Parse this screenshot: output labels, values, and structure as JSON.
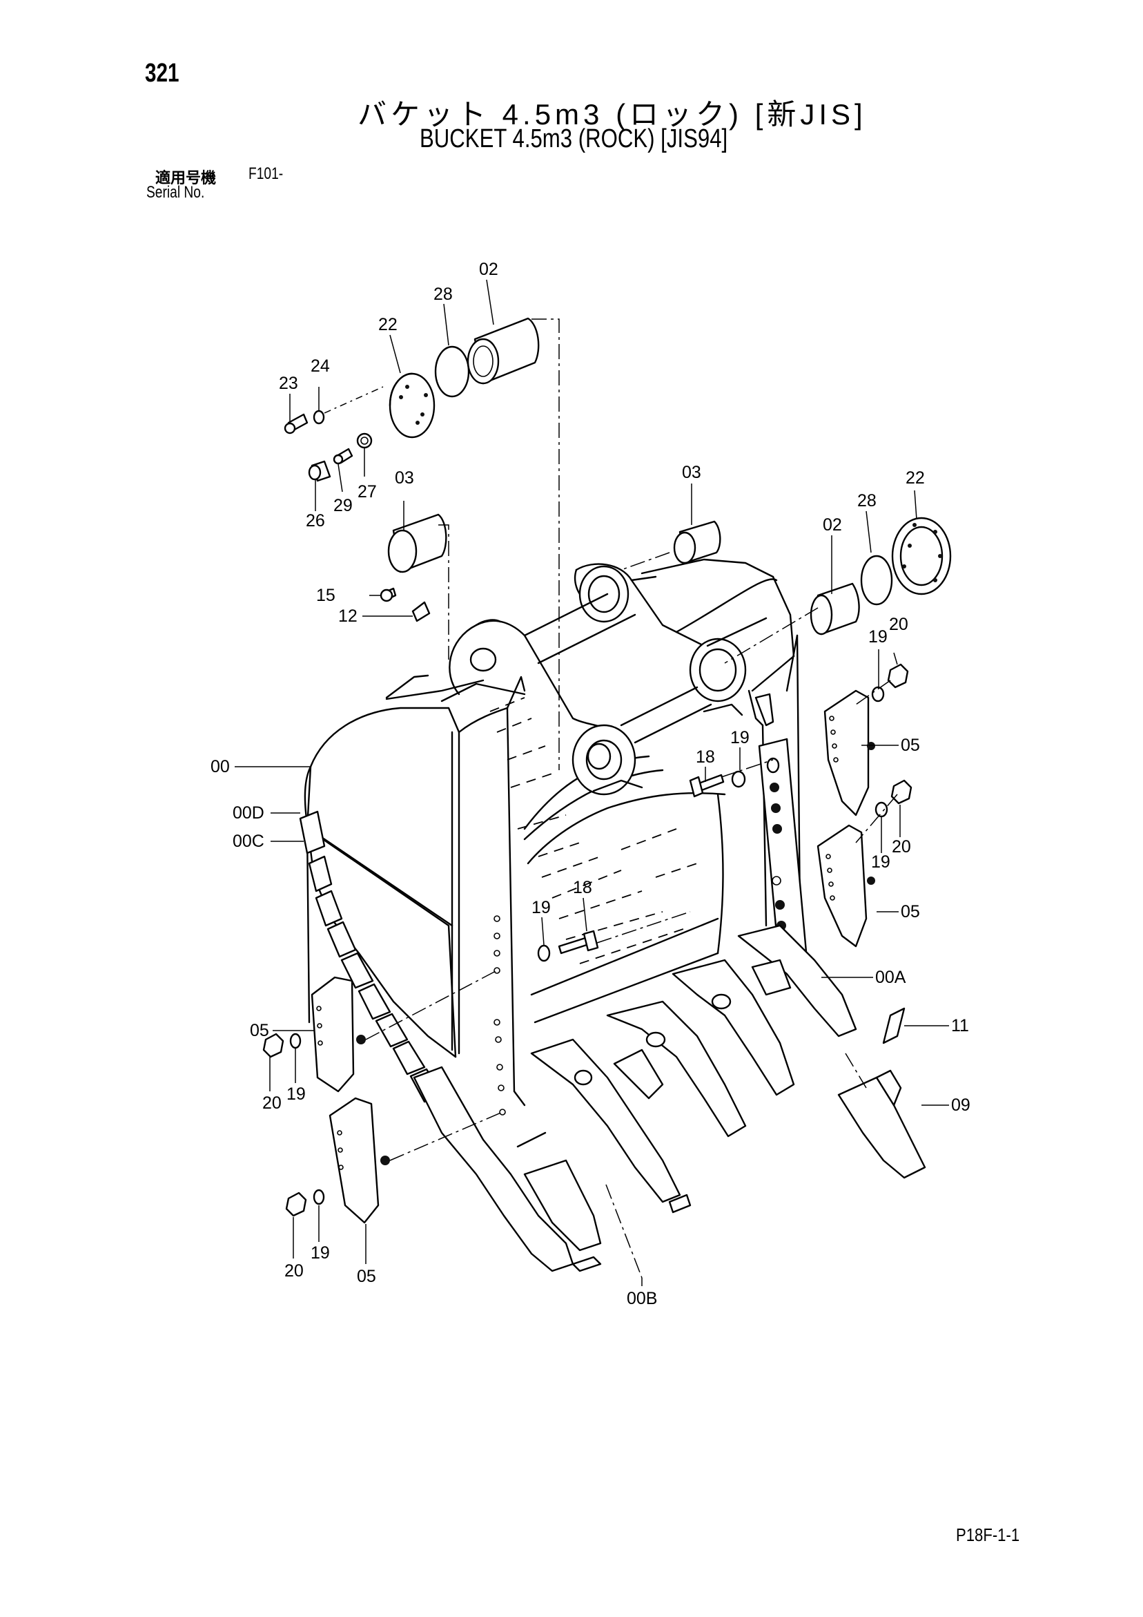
{
  "page_number": "321",
  "title_jp": "バケット 4.5m3 (ロック) [新JIS]",
  "title_en": "BUCKET 4.5m3 (ROCK) [JIS94]",
  "serial_label_jp": "適用号機",
  "serial_label_en": "Serial No.",
  "serial_value": "F101-",
  "page_code": "P18F-1-1",
  "callouts": {
    "c02a": "02",
    "c28a": "28",
    "c22a": "22",
    "c24": "24",
    "c23": "23",
    "c29": "29",
    "c27": "27",
    "c26": "26",
    "c03a": "03",
    "c03b": "03",
    "c22b": "22",
    "c28b": "28",
    "c02b": "02",
    "c15": "15",
    "c12": "12",
    "c19a": "19",
    "c20a": "20",
    "c05a": "05",
    "c00": "00",
    "c18a": "18",
    "c19b": "19",
    "c00D": "00D",
    "c00C": "00C",
    "c19c": "19",
    "c20b": "20",
    "c05b": "05",
    "c18b": "18",
    "c19d": "19",
    "c00A": "00A",
    "c11": "11",
    "c05c": "05",
    "c09": "09",
    "c20c": "20",
    "c19e": "19",
    "c20d": "20",
    "c19f": "19",
    "c05d": "05",
    "c00B": "00B"
  }
}
